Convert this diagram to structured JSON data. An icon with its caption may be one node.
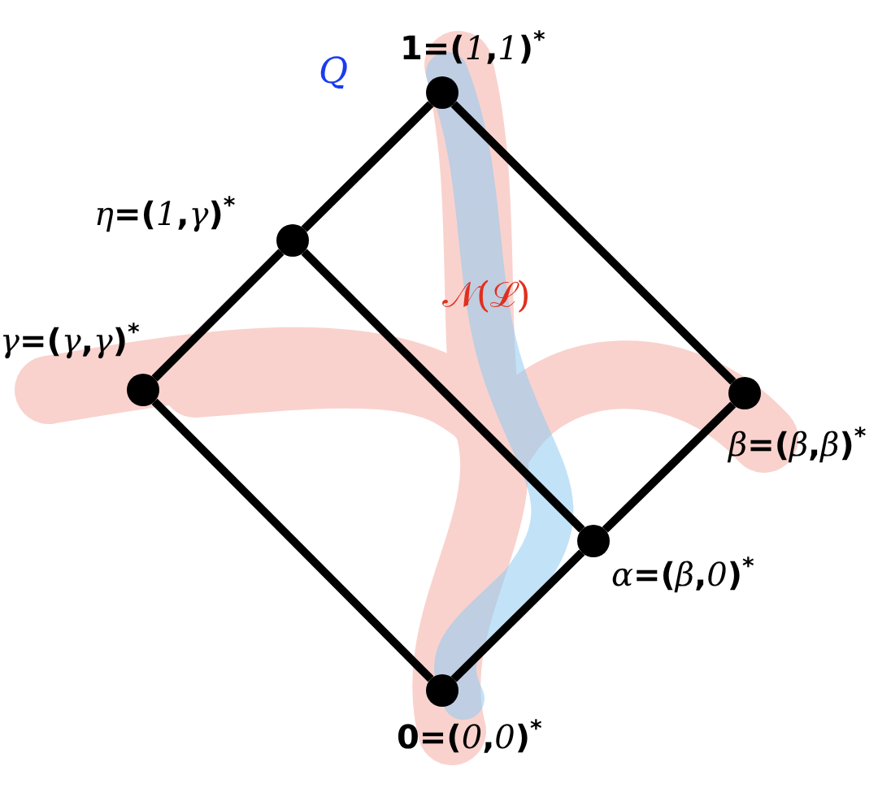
{
  "diagram": {
    "nodes": [
      {
        "text": [],
        "shape": "circle",
        "beside": [
          "1=(*1*,*1*)$^{*}$"
        ]
      },
      {
        "text": [],
        "shape": "circle",
        "beside": [
          "*η*=(*1*,*γ*)$^{*}$"
        ]
      },
      {
        "text": [],
        "shape": "circle",
        "beside": [
          "*γ*=(*γ*,*γ*)$^{*}$"
        ]
      },
      {
        "text": [],
        "shape": "circle",
        "beside": [
          "*β*=(*β*,*β*)$^{*}$"
        ]
      },
      {
        "text": [],
        "shape": "circle",
        "beside": [
          "*α*=(*β*,*0*)$^{*}$"
        ]
      },
      {
        "text": [],
        "shape": "circle",
        "beside": [
          "0=(*0*,*0*)$^{*}$"
        ]
      }
    ],
    "edges": [
      {
        "from": 0,
        "to": 1,
        "arrow": "none"
      },
      {
        "from": 0,
        "to": 3,
        "arrow": "none"
      },
      {
        "from": 1,
        "to": 2,
        "arrow": "none"
      },
      {
        "from": 1,
        "to": 4,
        "arrow": "none"
      },
      {
        "from": 2,
        "to": 5,
        "arrow": "none"
      },
      {
        "from": 3,
        "to": 4,
        "arrow": "none"
      },
      {
        "from": 4,
        "to": 5,
        "arrow": "none"
      }
    ],
    "labels": [
      "Q",
      "𝒩(ℒ)"
    ]
  }
}
